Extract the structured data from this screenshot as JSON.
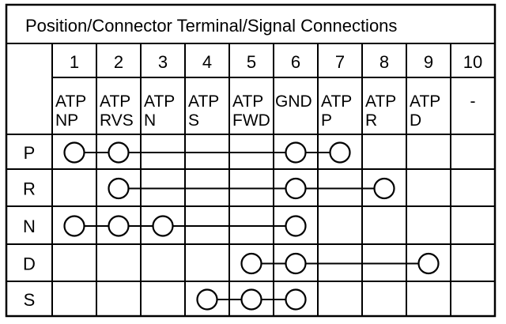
{
  "title": "Position/Connector Terminal/Signal Connections",
  "terminals": [
    {
      "num": "1",
      "signal": [
        "ATP",
        "NP"
      ]
    },
    {
      "num": "2",
      "signal": [
        "ATP",
        "RVS"
      ]
    },
    {
      "num": "3",
      "signal": [
        "ATP",
        "N"
      ]
    },
    {
      "num": "4",
      "signal": [
        "ATP",
        "S"
      ]
    },
    {
      "num": "5",
      "signal": [
        "ATP",
        "FWD"
      ]
    },
    {
      "num": "6",
      "signal": [
        "GND"
      ]
    },
    {
      "num": "7",
      "signal": [
        "ATP",
        "P"
      ]
    },
    {
      "num": "8",
      "signal": [
        "ATP",
        "R"
      ]
    },
    {
      "num": "9",
      "signal": [
        "ATP",
        "D"
      ]
    },
    {
      "num": "10",
      "signal": [
        "-"
      ]
    }
  ],
  "positions": [
    {
      "label": "P",
      "connections": [
        1,
        2,
        6,
        7
      ]
    },
    {
      "label": "R",
      "connections": [
        2,
        6,
        8
      ]
    },
    {
      "label": "N",
      "connections": [
        1,
        2,
        3,
        6
      ]
    },
    {
      "label": "D",
      "connections": [
        5,
        6,
        9
      ]
    },
    {
      "label": "S",
      "connections": [
        4,
        5,
        6
      ]
    }
  ]
}
